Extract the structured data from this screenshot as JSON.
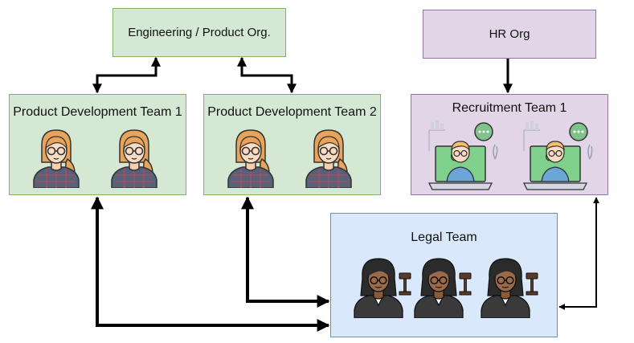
{
  "nodes": {
    "engineering": {
      "label": "Engineering / Product Org."
    },
    "product_dev_1": {
      "label": "Product Development Team 1"
    },
    "product_dev_2": {
      "label": "Product Development Team 2"
    },
    "hr": {
      "label": "HR Org"
    },
    "recruitment": {
      "label": "Recruitment Team 1"
    },
    "legal": {
      "label": "Legal Team"
    }
  },
  "icons": {
    "developer": "developer-woman-icon",
    "recruiter": "recruiter-headset-icon",
    "lawyer": "lawyer-woman-icon"
  },
  "colors": {
    "green_fill": "#d5e8d4",
    "green_stroke": "#82b366",
    "purple_fill": "#e1d5e7",
    "purple_stroke": "#9673a6",
    "blue_fill": "#dae8fc",
    "blue_stroke": "#6c8ebf",
    "edge": "#000000"
  }
}
